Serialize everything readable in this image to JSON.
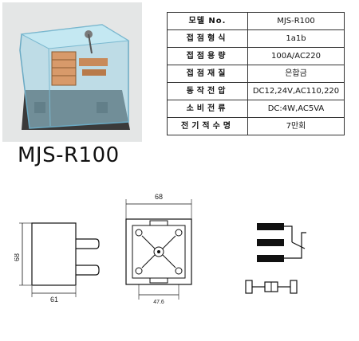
{
  "spec_table": {
    "header": {
      "key": "모델 No.",
      "value": "MJS-R100"
    },
    "rows": [
      {
        "key": "접점형식",
        "value": "1a1b"
      },
      {
        "key": "접점용량",
        "value": "100A/AC220"
      },
      {
        "key": "접점재질",
        "value": "은합금"
      },
      {
        "key": "동작전압",
        "value": "DC12,24V,AC110,220"
      },
      {
        "key": "소비전류",
        "value": "DC:4W,AC5VA"
      },
      {
        "key": "전기적수명",
        "value": "7만회"
      }
    ]
  },
  "model_title": "MJS-R100",
  "side_view": {
    "width_dim": "61",
    "height_dim": "68"
  },
  "front_view": {
    "top_dim": "68",
    "bottom_dim": "47.6"
  }
}
